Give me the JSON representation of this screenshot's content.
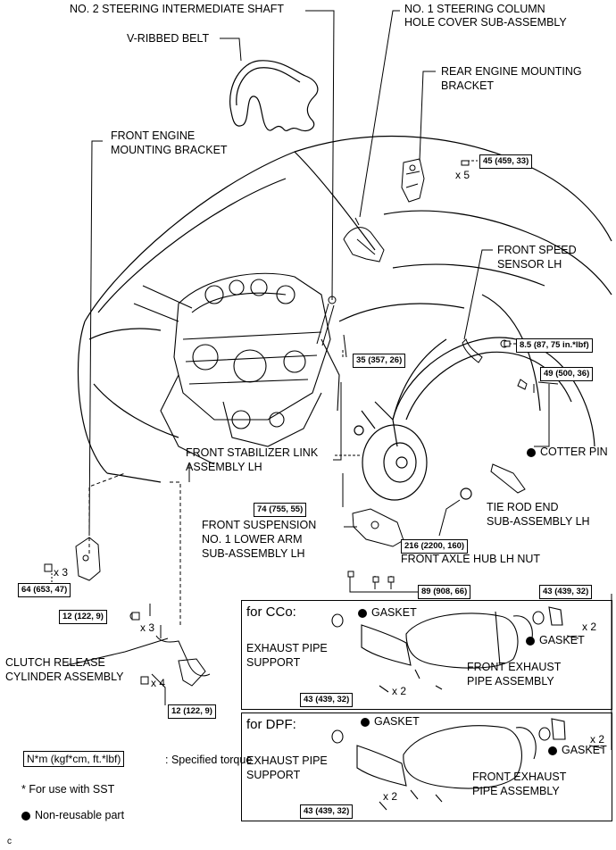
{
  "labels": {
    "shaft": "NO. 2 STEERING INTERMEDIATE SHAFT",
    "hole_cover_1": "NO. 1 STEERING COLUMN",
    "hole_cover_2": "HOLE COVER SUB-ASSEMBLY",
    "belt": "V-RIBBED BELT",
    "rear_bracket_1": "REAR ENGINE MOUNTING",
    "rear_bracket_2": "BRACKET",
    "front_bracket_1": "FRONT ENGINE",
    "front_bracket_2": "MOUNTING BRACKET",
    "speed_sensor_1": "FRONT SPEED",
    "speed_sensor_2": "SENSOR LH",
    "cotter_pin": "COTTER PIN",
    "tie_rod_1": "TIE ROD END",
    "tie_rod_2": "SUB-ASSEMBLY LH",
    "stab_link_1": "FRONT STABILIZER LINK",
    "stab_link_2": "ASSEMBLY LH",
    "lower_arm_1": "FRONT SUSPENSION",
    "lower_arm_2": "NO. 1 LOWER ARM",
    "lower_arm_3": "SUB-ASSEMBLY LH",
    "hub_nut": "FRONT AXLE HUB LH NUT",
    "clutch_1": "CLUTCH RELEASE",
    "clutch_2": "CYLINDER ASSEMBLY",
    "gasket": "GASKET",
    "exh_support_1": "EXHAUST PIPE",
    "exh_support_2": "SUPPORT",
    "front_exh_1": "FRONT EXHAUST",
    "front_exh_2": "PIPE ASSEMBLY",
    "box_cco": "for CCo:",
    "box_dpf": "for DPF:",
    "corner_letter": "c"
  },
  "multipliers": {
    "x5": "x 5",
    "x3a": "x 3",
    "x3b": "x 3",
    "x4": "x 4",
    "x2a": "x 2",
    "x2b": "x 2",
    "x2c": "x 2",
    "x2d": "x 2"
  },
  "torques": {
    "t45": "45 (459, 33)",
    "t8_5": "8.5 (87, 75 in.*lbf)",
    "t49": "49 (500, 36)",
    "t35": "35 (357, 26)",
    "t74": "74 (755, 55)",
    "t216": "216 (2200, 160)",
    "t89": "89 (908, 66)",
    "t43a": "43 (439, 32)",
    "t43b": "43 (439, 32)",
    "t43c": "43 (439, 32)",
    "t64": "64 (653, 47)",
    "t12a": "12 (122, 9)",
    "t12b": "12 (122, 9)"
  },
  "legend": {
    "torque_box": "N*m (kgf*cm, ft.*lbf)",
    "torque_text": ": Specified torque",
    "sst": "* For use with SST",
    "nonreusable": "Non-reusable part"
  }
}
